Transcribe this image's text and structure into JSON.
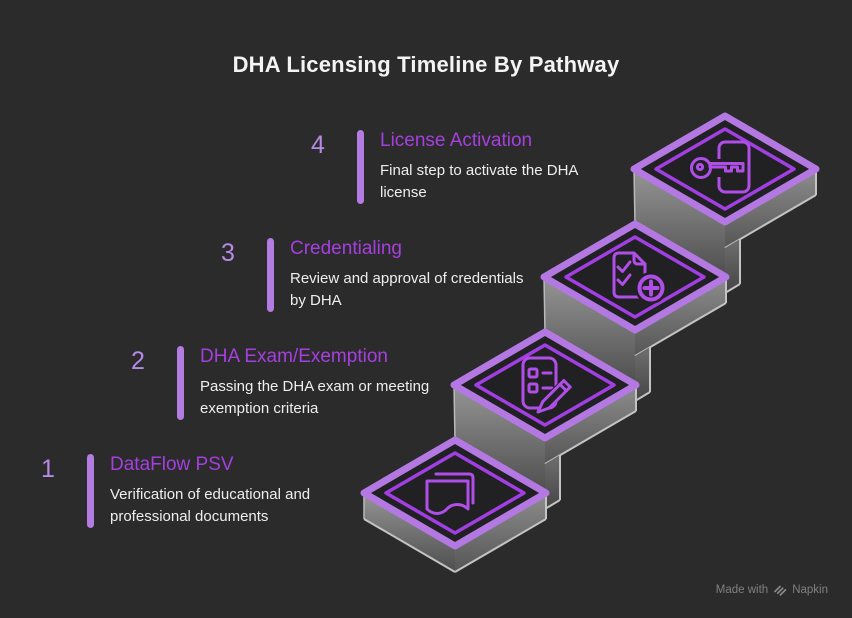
{
  "title": "DHA Licensing Timeline By Pathway",
  "steps": [
    {
      "number": "1",
      "heading": "DataFlow PSV",
      "description": "Verification of educational and professional documents",
      "icon": "documents-icon"
    },
    {
      "number": "2",
      "heading": "DHA Exam/Exemption",
      "description": "Passing the DHA exam or meeting exemption criteria",
      "icon": "exam-form-pencil-icon"
    },
    {
      "number": "3",
      "heading": "Credentialing",
      "description": "Review and approval of credentials by DHA",
      "icon": "document-approval-icon"
    },
    {
      "number": "4",
      "heading": "License Activation",
      "description": "Final step to activate the DHA license",
      "icon": "key-access-icon"
    }
  ],
  "watermark": {
    "prefix": "Made with",
    "brand": "Napkin",
    "icon": "napkin-logo-icon"
  },
  "colors": {
    "background": "#2b2b2b",
    "heading_purple": "#a63fe0",
    "light_purple": "#b37ce0",
    "icon_purple": "#b04ee8",
    "text": "#eeeeee",
    "wall_gray": "#7a7a7a"
  }
}
